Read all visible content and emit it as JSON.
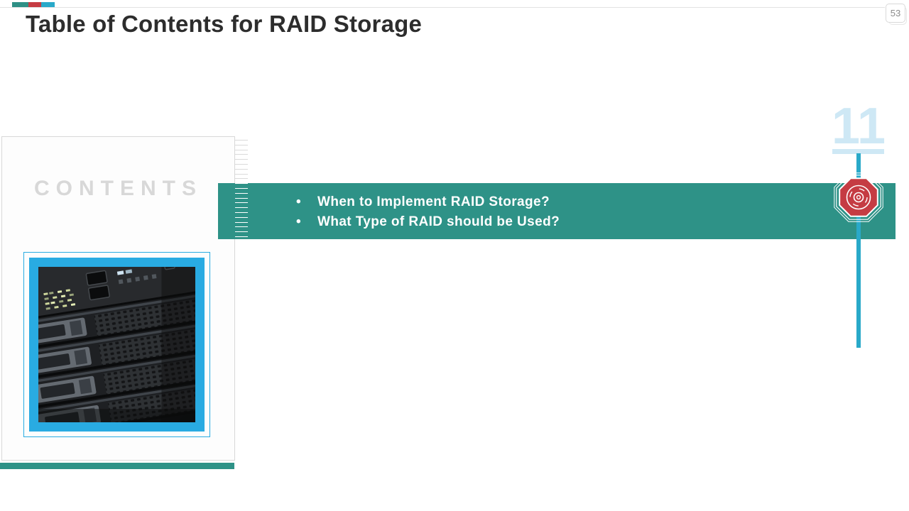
{
  "header": {
    "title": "Table of Contents for RAID Storage",
    "page_badge": "53"
  },
  "accent_bars": {
    "colors": [
      "#2E8F85",
      "#C53C43",
      "#29A9C9"
    ]
  },
  "contents_panel": {
    "label": "CONTENTS",
    "image": "server-rack-photo",
    "photo_border_color": "#29ABE2"
  },
  "topics": {
    "items": [
      "When to Implement RAID Storage?",
      "What Type of RAID should be Used?"
    ],
    "bar_color": "#2E9287",
    "text_color": "#FFFFFF"
  },
  "slide_marker": {
    "number": "11",
    "number_color": "#CEE8F5",
    "line_color": "#29A9C9",
    "icon": "disc-octagon-icon",
    "icon_color": "#C53C43"
  }
}
